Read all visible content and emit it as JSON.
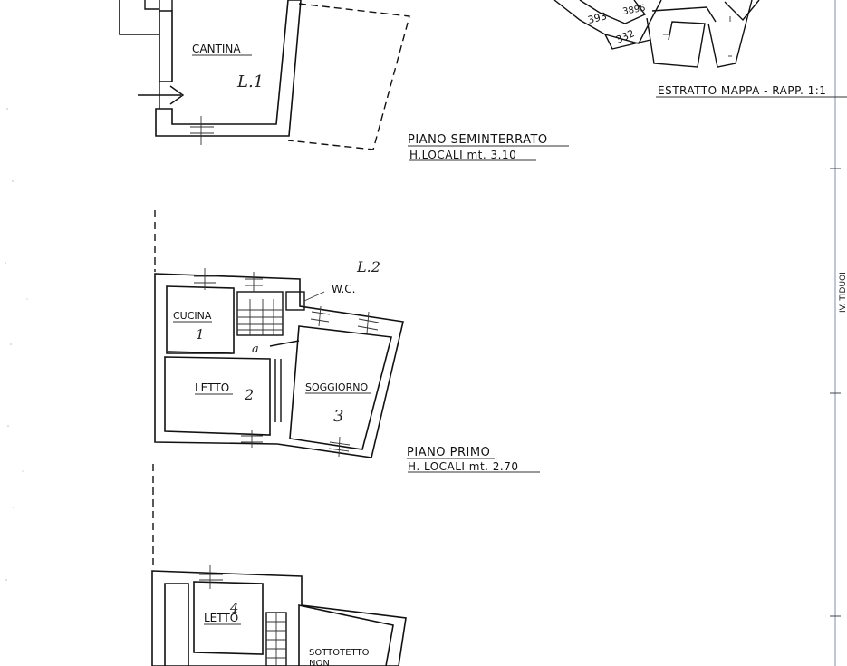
{
  "seminterrato": {
    "room_cantina": "CANTINA",
    "mark_cantina": "L.1",
    "title": "PIANO SEMINTERRATO",
    "height": "H.LOCALI  mt. 3.10"
  },
  "primo": {
    "mark_wc": "L.2",
    "room_wc": "W.C.",
    "room_cucina": "CUCINA",
    "num_cucina": "1",
    "room_letto": "LETTO",
    "num_letto": "2",
    "room_soggiorno": "SOGGIORNO",
    "num_soggiorno": "3",
    "stair_mark": "a",
    "title": "PIANO PRIMO",
    "height": "H. LOCALI  mt. 2.70"
  },
  "secondo": {
    "room_letto": "LETTO",
    "num_letto": "4",
    "room_sottotetto": "SOTTOTETTO",
    "sottotetto_line2": "NON"
  },
  "mappa": {
    "parcels": [
      "393",
      "3895",
      "332"
    ],
    "title": "ESTRATTO MAPPA - RAPP. 1:1"
  },
  "side_note": "IV. TIDUOI"
}
